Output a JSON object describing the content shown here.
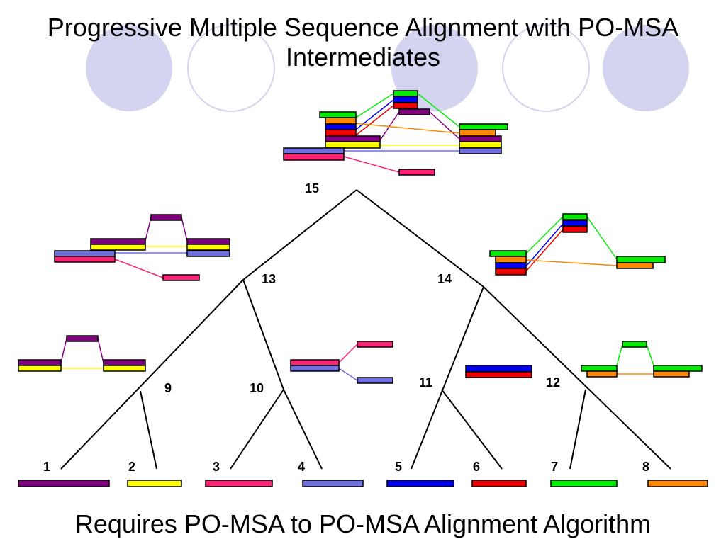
{
  "title": "Progressive Multiple Sequence Alignment with PO-MSA Intermediates",
  "footer": "Requires PO-MSA to PO-MSA Alignment Algorithm",
  "colors": {
    "seq1": "#800080",
    "seq2": "#ffff00",
    "seq3": "#ff2277",
    "seq4": "#6f6fe0",
    "seq5": "#0000ee",
    "seq6": "#ee0000",
    "seq7": "#00ee00",
    "seq8": "#ff8800",
    "circle_fill": "#d4d4f0"
  },
  "leaves": [
    {
      "label": "1",
      "color": "#800080"
    },
    {
      "label": "2",
      "color": "#ffff00"
    },
    {
      "label": "3",
      "color": "#ff2277"
    },
    {
      "label": "4",
      "color": "#6f6fe0"
    },
    {
      "label": "5",
      "color": "#0000ee"
    },
    {
      "label": "6",
      "color": "#ee0000"
    },
    {
      "label": "7",
      "color": "#00ee00"
    },
    {
      "label": "8",
      "color": "#ff8800"
    }
  ],
  "internal_nodes": [
    {
      "label": "9"
    },
    {
      "label": "10"
    },
    {
      "label": "11"
    },
    {
      "label": "12"
    },
    {
      "label": "13"
    },
    {
      "label": "14"
    },
    {
      "label": "15"
    }
  ]
}
